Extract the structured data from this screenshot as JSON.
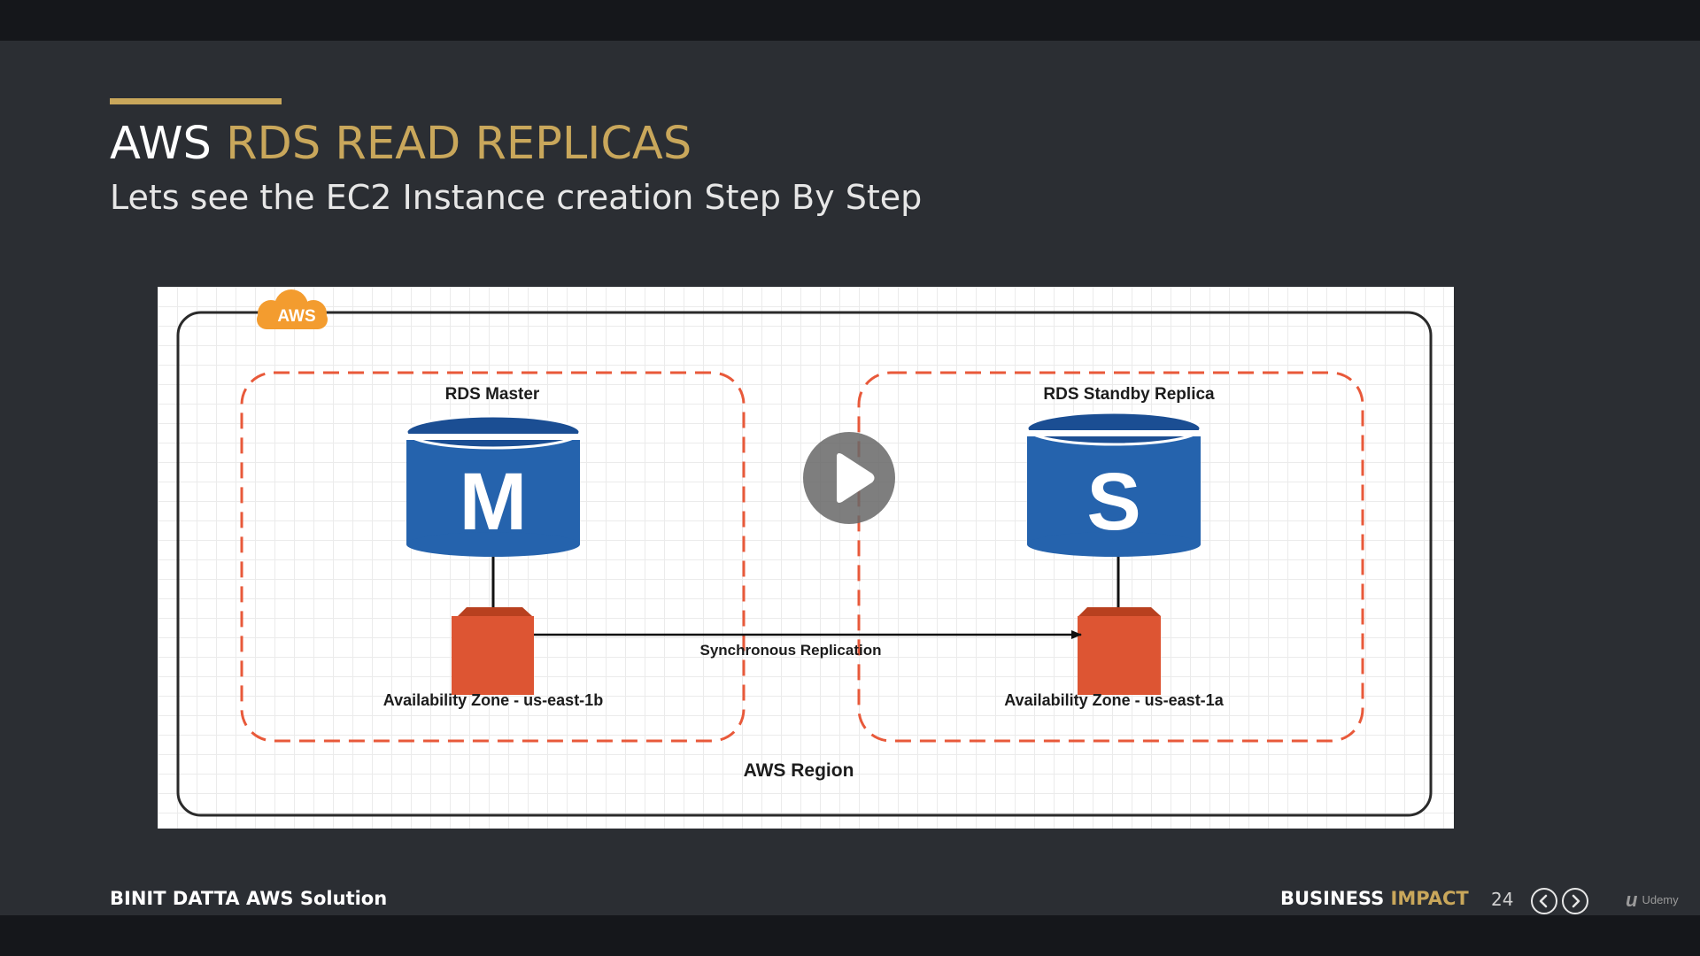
{
  "slide": {
    "title_prefix": "AWS",
    "title_highlight": "RDS READ REPLICAS",
    "subtitle": "Lets see the EC2 Instance creation Step By Step"
  },
  "diagram": {
    "cloud_badge": "AWS",
    "master": {
      "title": "RDS Master",
      "letter": "M",
      "zone_label": "Availability Zone - us-east-1b"
    },
    "replica": {
      "title": "RDS Standby Replica",
      "letter": "S",
      "zone_label": "Availability Zone - us-east-1a"
    },
    "replication_label": "Synchronous Replication",
    "region_label": "AWS Region"
  },
  "footer": {
    "left_text": "BINIT DATTA AWS Solution",
    "brand_word1": "BUSINESS",
    "brand_word2": "IMPACT",
    "page_number": "24",
    "udemy_mark": "Udemy"
  },
  "colors": {
    "accent_gold": "#c9a75b",
    "db_blue": "#2563ad",
    "instance_orange": "#dd5533",
    "zone_border_red": "#e8593a",
    "aws_cloud_orange": "#f39c2f"
  },
  "icons": {
    "play": "play-icon",
    "prev": "chevron-left-icon",
    "next": "chevron-right-icon",
    "cloud": "aws-cloud-icon",
    "database": "database-icon",
    "instance": "ec2-instance-icon"
  }
}
